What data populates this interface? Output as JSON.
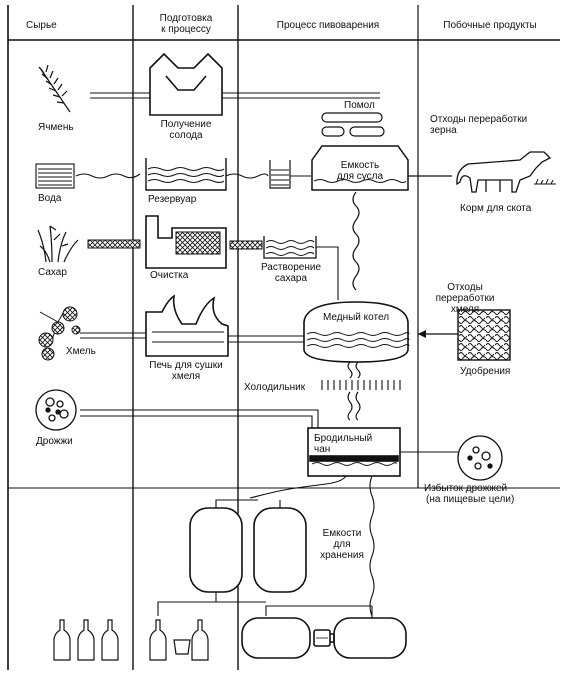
{
  "columns": {
    "raw": "Сырье",
    "prep_1": "Подготовка",
    "prep_2": "к процессу",
    "brewing": "Процесс пивоварения",
    "byproducts": "Побочные продукты"
  },
  "raw_materials": {
    "barley": "Ячмень",
    "water": "Вода",
    "sugar": "Сахар",
    "hops": "Хмель",
    "yeast": "Дрожжи"
  },
  "preparation": {
    "malting_1": "Получение",
    "malting_2": "солода",
    "reservoir": "Резервуар",
    "purification": "Очистка",
    "kiln_1": "Печь для сушки",
    "kiln_2": "хмеля"
  },
  "brewing": {
    "milling": "Помол",
    "mash_1": "Емкость",
    "mash_2": "для сусла",
    "dissolve_1": "Растворение",
    "dissolve_2": "сахара",
    "copper": "Медный котел",
    "cooler": "Холодильник",
    "ferment_1": "Бродильный",
    "ferment_2": "чан",
    "storage_1": "Емкости",
    "storage_2": "для",
    "storage_3": "хранения"
  },
  "byproducts": {
    "grain_waste_1": "Отходы переработки",
    "grain_waste_2": "зерна",
    "feed": "Корм для скота",
    "hop_waste_1": "Отходы",
    "hop_waste_2": "переработки",
    "hop_waste_3": "хмеля",
    "fertilizer": "Удобрения",
    "excess_yeast_1": "Избыток дрожжей",
    "excess_yeast_2": "(на пищевые цели)"
  }
}
